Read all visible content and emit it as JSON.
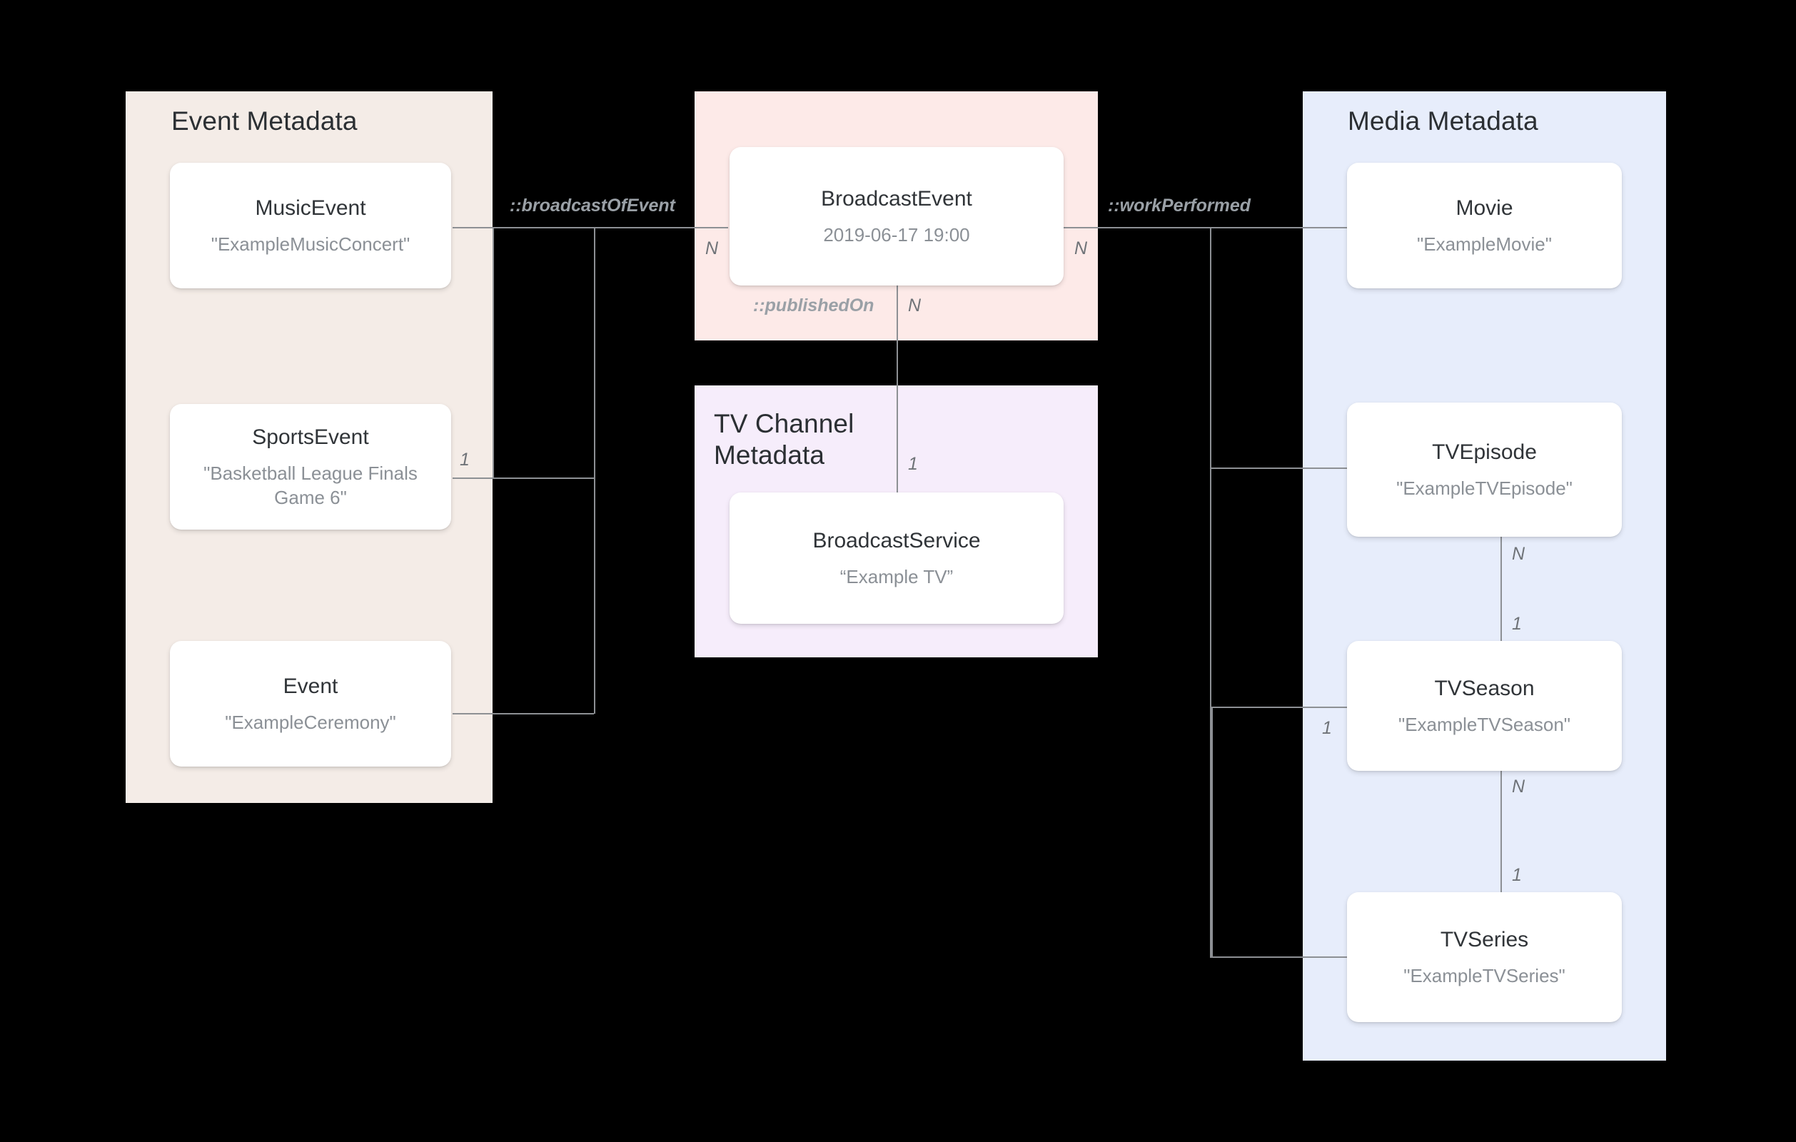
{
  "diagram": {
    "groups": [
      {
        "id": "event",
        "title": "Event Metadata"
      },
      {
        "id": "broadcast",
        "title": ""
      },
      {
        "id": "tvchannel",
        "title": "TV Channel\nMetadata"
      },
      {
        "id": "media",
        "title": "Media Metadata"
      }
    ],
    "nodes": [
      {
        "id": "musicevent",
        "title": "MusicEvent",
        "value": "\"ExampleMusicConcert\""
      },
      {
        "id": "sportsevent",
        "title": "SportsEvent",
        "value": "\"Basketball League Finals Game 6\""
      },
      {
        "id": "event",
        "title": "Event",
        "value": "\"ExampleCeremony\""
      },
      {
        "id": "broadcastevent",
        "title": "BroadcastEvent",
        "value": "2019-06-17 19:00"
      },
      {
        "id": "broadcastservice",
        "title": "BroadcastService",
        "value": "“Example TV”"
      },
      {
        "id": "movie",
        "title": "Movie",
        "value": "\"ExampleMovie\""
      },
      {
        "id": "tvepisode",
        "title": "TVEpisode",
        "value": "\"ExampleTVEpisode\""
      },
      {
        "id": "tvseason",
        "title": "TVSeason",
        "value": "\"ExampleTVSeason\""
      },
      {
        "id": "tvseries",
        "title": "TVSeries",
        "value": "\"ExampleTVSeries\""
      }
    ],
    "relations": [
      {
        "id": "broadcastofevent",
        "label": "::broadcastOfEvent"
      },
      {
        "id": "workperformed",
        "label": "::workPerformed"
      },
      {
        "id": "publishedon",
        "label": "::publishedOn"
      }
    ],
    "cardinalities": {
      "broadcastevent_left": "N",
      "broadcastevent_right": "N",
      "broadcastevent_down": "N",
      "sportsevent_right": "1",
      "broadcastservice_up": "1",
      "tvepisode_down": "N",
      "tvseason_up": "1",
      "tvseason_left": "1",
      "tvseason_down": "N",
      "tvseries_up": "1"
    },
    "colors": {
      "background": "#000000",
      "group_event": "#f4ece7",
      "group_broadcast": "#fdeae8",
      "group_tvchannel": "#f6edfb",
      "group_media": "#e7edfb",
      "card": "#ffffff",
      "connector": "#8d9094",
      "title_text": "#2b2f33",
      "node_title_text": "#303438",
      "node_value_text": "#8b9096",
      "label_text": "#9aa0a6"
    }
  }
}
